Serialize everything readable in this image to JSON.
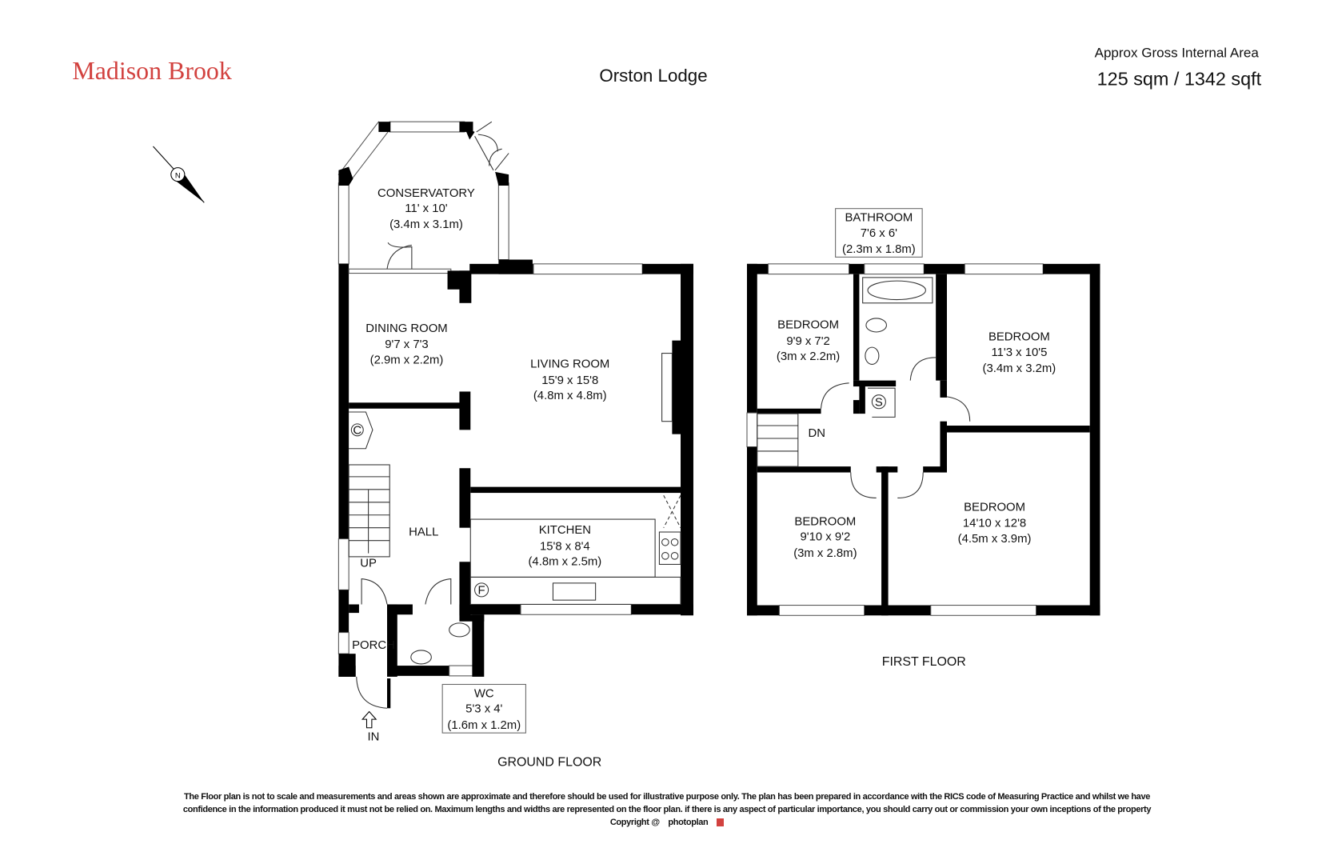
{
  "brand": "Madison Brook",
  "title": "Orston Lodge",
  "area": {
    "label": "Approx Gross Internal Area",
    "value": "125 sqm / 1342 sqft"
  },
  "ground_floor": {
    "label": "GROUND FLOOR",
    "rooms": [
      {
        "name": "CONSERVATORY",
        "imperial": "11' x 10'",
        "metric": "(3.4m x 3.1m)"
      },
      {
        "name": "DINING ROOM",
        "imperial": "9'7 x 7'3",
        "metric": "(2.9m x 2.2m)"
      },
      {
        "name": "LIVING ROOM",
        "imperial": "15'9 x 15'8",
        "metric": "(4.8m x 4.8m)"
      },
      {
        "name": "KITCHEN",
        "imperial": "15'8 x 8'4",
        "metric": "(4.8m x 2.5m)"
      },
      {
        "name": "HALL"
      },
      {
        "name": "PORCH"
      },
      {
        "name": "WC",
        "imperial": "5'3 x 4'",
        "metric": "(1.6m x 1.2m)"
      }
    ],
    "marks": {
      "cupboard": "C",
      "fridge": "F",
      "stairs": "UP",
      "entrance": "IN"
    }
  },
  "first_floor": {
    "label": "FIRST FLOOR",
    "rooms": [
      {
        "name": "BATHROOM",
        "imperial": "7'6 x 6'",
        "metric": "(2.3m x 1.8m)"
      },
      {
        "name": "BEDROOM",
        "imperial": "9'9 x 7'2",
        "metric": "(3m x 2.2m)"
      },
      {
        "name": "BEDROOM",
        "imperial": "11'3 x 10'5",
        "metric": "(3.4m x 3.2m)"
      },
      {
        "name": "BEDROOM",
        "imperial": "9'10 x 9'2",
        "metric": "(3m x 2.8m)"
      },
      {
        "name": "BEDROOM",
        "imperial": "14'10 x 12'8",
        "metric": "(4.5m x 3.9m)"
      }
    ],
    "marks": {
      "stairs": "DN",
      "storage": "S"
    }
  },
  "compass_letter": "N",
  "disclaimer": {
    "line1": "The Floor plan is not to scale and measurements and areas shown are approximate and therefore should be used for illustrative purpose only. The plan has been prepared in accordance with the RICS code of Measuring Practice and whilst we have",
    "line2": "confidence in the information produced it must not be relied on. Maximum  lengths and widths are represented on the floor plan. if there is any aspect of particular importance, you should carry out or commission your own inceptions of the property",
    "copyright": "Copyright @",
    "provider": "photoplan"
  },
  "colors": {
    "brand": "#d2423f",
    "wall": "#000000"
  }
}
